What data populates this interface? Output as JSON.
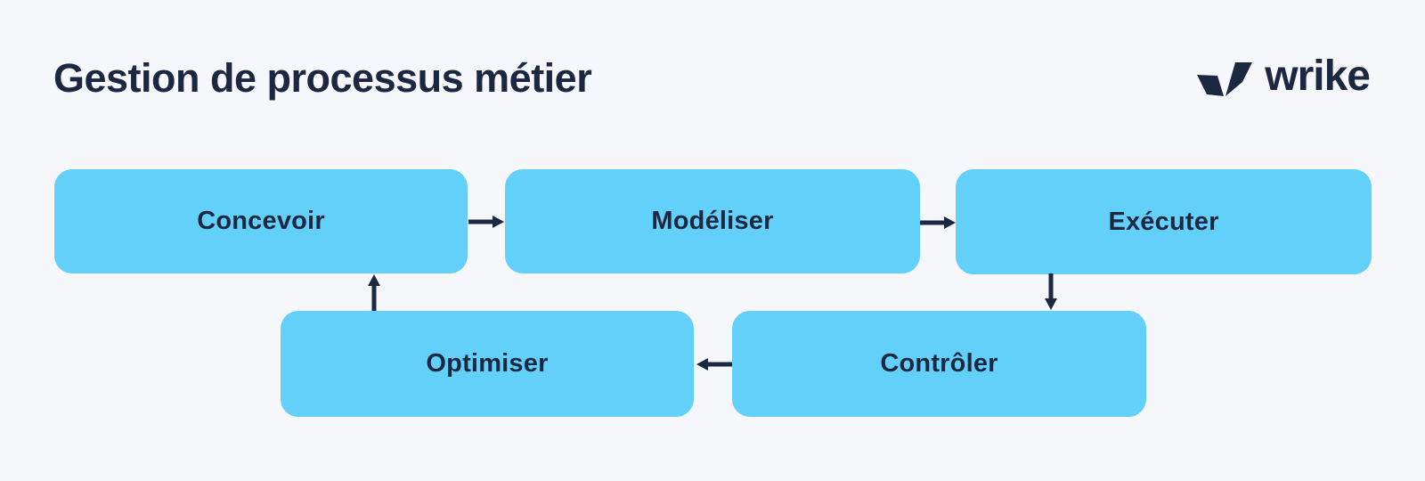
{
  "page": {
    "title": "Gestion de processus métier"
  },
  "brand": {
    "name": "wrike",
    "icon": "wrike-check-icon"
  },
  "theme": {
    "background": "#F5F7FA",
    "node_fill": "#63D0FA",
    "navy": "#1C2742"
  },
  "diagram": {
    "type": "cyclic-flowchart",
    "nodes": [
      {
        "id": "concevoir",
        "label": "Concevoir"
      },
      {
        "id": "modeliser",
        "label": "Modéliser"
      },
      {
        "id": "executer",
        "label": "Exécuter"
      },
      {
        "id": "controler",
        "label": "Contrôler"
      },
      {
        "id": "optimiser",
        "label": "Optimiser"
      }
    ],
    "edges": [
      {
        "from": "concevoir",
        "to": "modeliser",
        "direction": "right"
      },
      {
        "from": "modeliser",
        "to": "executer",
        "direction": "right"
      },
      {
        "from": "executer",
        "to": "controler",
        "direction": "down"
      },
      {
        "from": "controler",
        "to": "optimiser",
        "direction": "left"
      },
      {
        "from": "optimiser",
        "to": "concevoir",
        "direction": "up"
      }
    ]
  }
}
